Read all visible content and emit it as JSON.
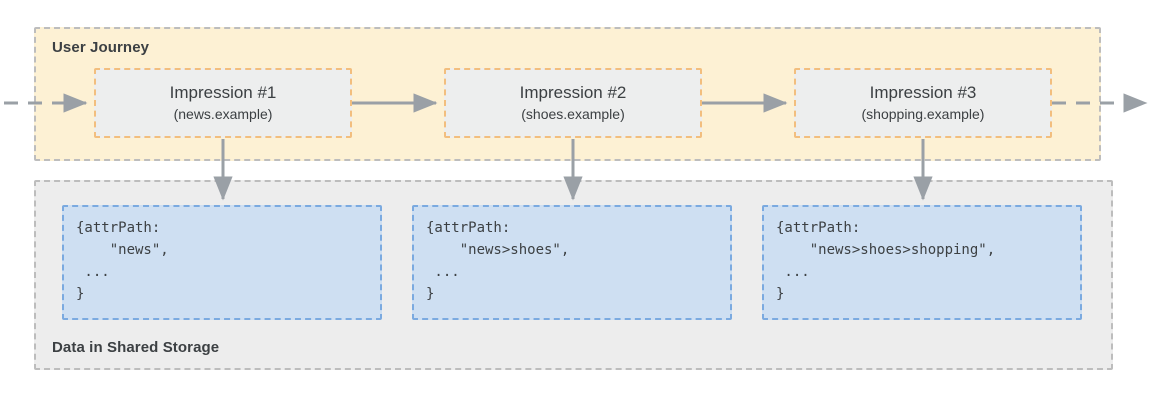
{
  "diagram": {
    "title": "User Journey and Shared Storage attrPath accumulation",
    "colors": {
      "journey_background": "#FDF1D4",
      "journey_border": "#BDBDBD",
      "storage_background": "#EDEDED",
      "storage_border": "#BDBDBD",
      "impression_background": "#EDEEEE",
      "impression_border": "#F2BE7E",
      "data_background": "#CEDFF2",
      "data_border": "#7BAAE0",
      "arrow": "#9AA0A6",
      "text": "#3C4043"
    }
  },
  "journey": {
    "label": "User Journey",
    "impressions": [
      {
        "title": "Impression #1",
        "site": "(news.example)"
      },
      {
        "title": "Impression #2",
        "site": "(shoes.example)"
      },
      {
        "title": "Impression #3",
        "site": "(shopping.example)"
      }
    ]
  },
  "storage": {
    "label": "Data in Shared Storage",
    "records": [
      {
        "code": "{attrPath:\n    \"news\",\n ...\n}"
      },
      {
        "code": "{attrPath:\n    \"news>shoes\",\n ...\n}"
      },
      {
        "code": "{attrPath:\n    \"news>shoes>shopping\",\n ...\n}"
      }
    ]
  },
  "flow": {
    "entry_arrow": "dashed-arrow-right",
    "exit_arrow": "dashed-arrow-right",
    "between_arrows": "arrow-right",
    "down_arrows": "arrow-down"
  }
}
